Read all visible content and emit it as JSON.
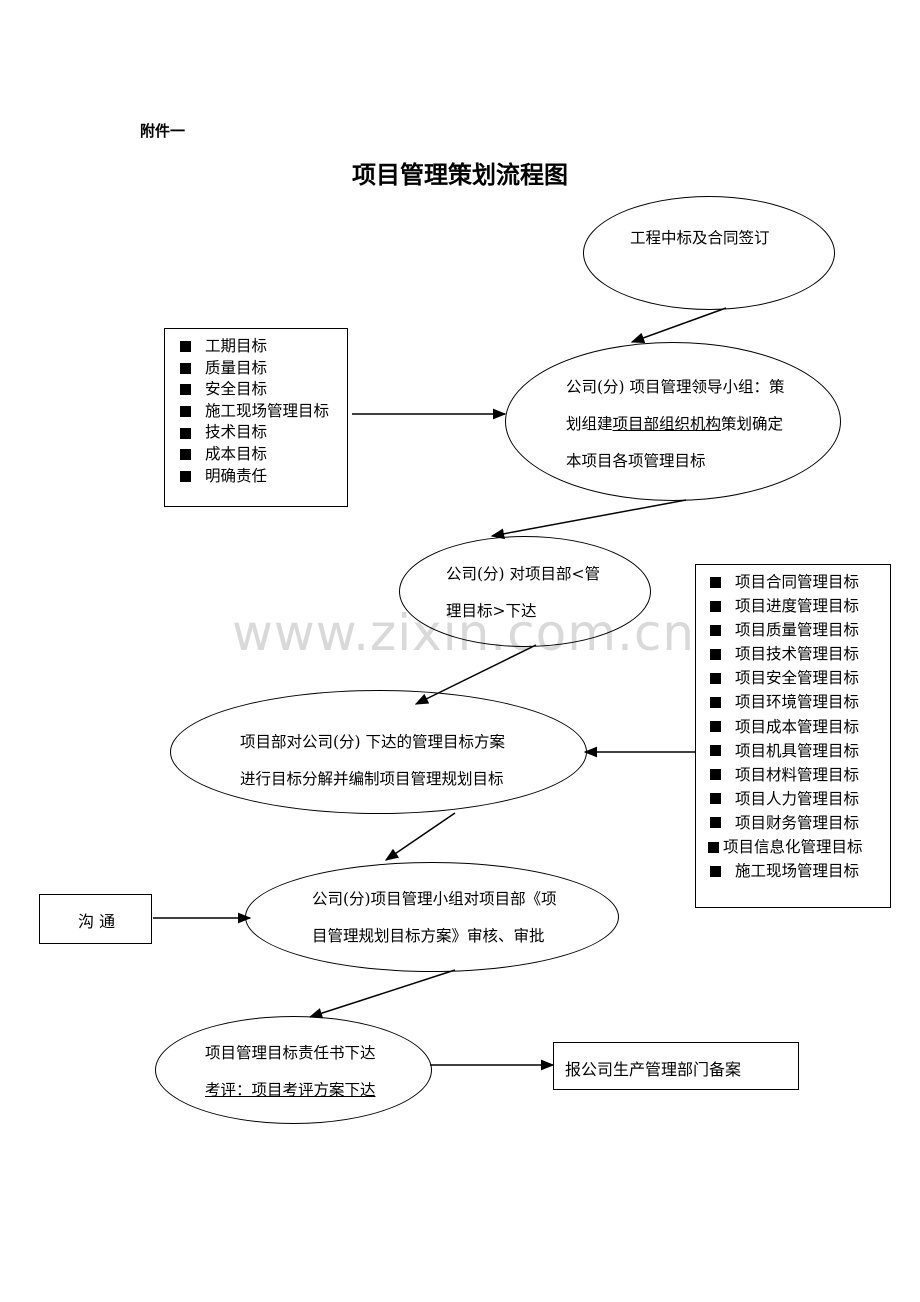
{
  "annex_label": "附件一",
  "title": "项目管理策划流程图",
  "watermark": "www.zixin.com.cn",
  "nodes": {
    "start": {
      "text": "工程中标及合同签订"
    },
    "leadership": {
      "line1": "公司(分) 项目管理领导小组：策",
      "line2_a": "划组建",
      "line2_b": "项目部组织机构",
      "line2_c": "策划确定",
      "line3": "本项目各项管理目标"
    },
    "assign": {
      "line1": "公司(分) 对项目部<管",
      "line2": "理目标>下达"
    },
    "decompose": {
      "line1": "项目部对公司(分) 下达的管理目标方案",
      "line2": "进行目标分解并编制项目管理规划目标"
    },
    "review": {
      "line1": "公司(分)项目管理小组对项目部《项",
      "line2": "目管理规划目标方案》审核、审批"
    },
    "responsibility": {
      "line1": "项目管理目标责任书下达",
      "line2": "考评：项目考评方案下达"
    }
  },
  "left_goals": [
    "工期目标",
    "质量目标",
    "安全目标",
    "施工现场管理目标",
    "技术目标",
    "成本目标",
    "明确责任"
  ],
  "right_goals": [
    "项目合同管理目标",
    "项目进度管理目标",
    "项目质量管理目标",
    "项目技术管理目标",
    "项目安全管理目标",
    "项目环境管理目标",
    "项目成本管理目标",
    "项目机具管理目标",
    "项目材料管理目标",
    "项目人力管理目标",
    "项目财务管理目标",
    "项目信息化管理目标",
    "施工现场管理目标"
  ],
  "communication": "沟 通",
  "filing": "报公司生产管理部门备案"
}
